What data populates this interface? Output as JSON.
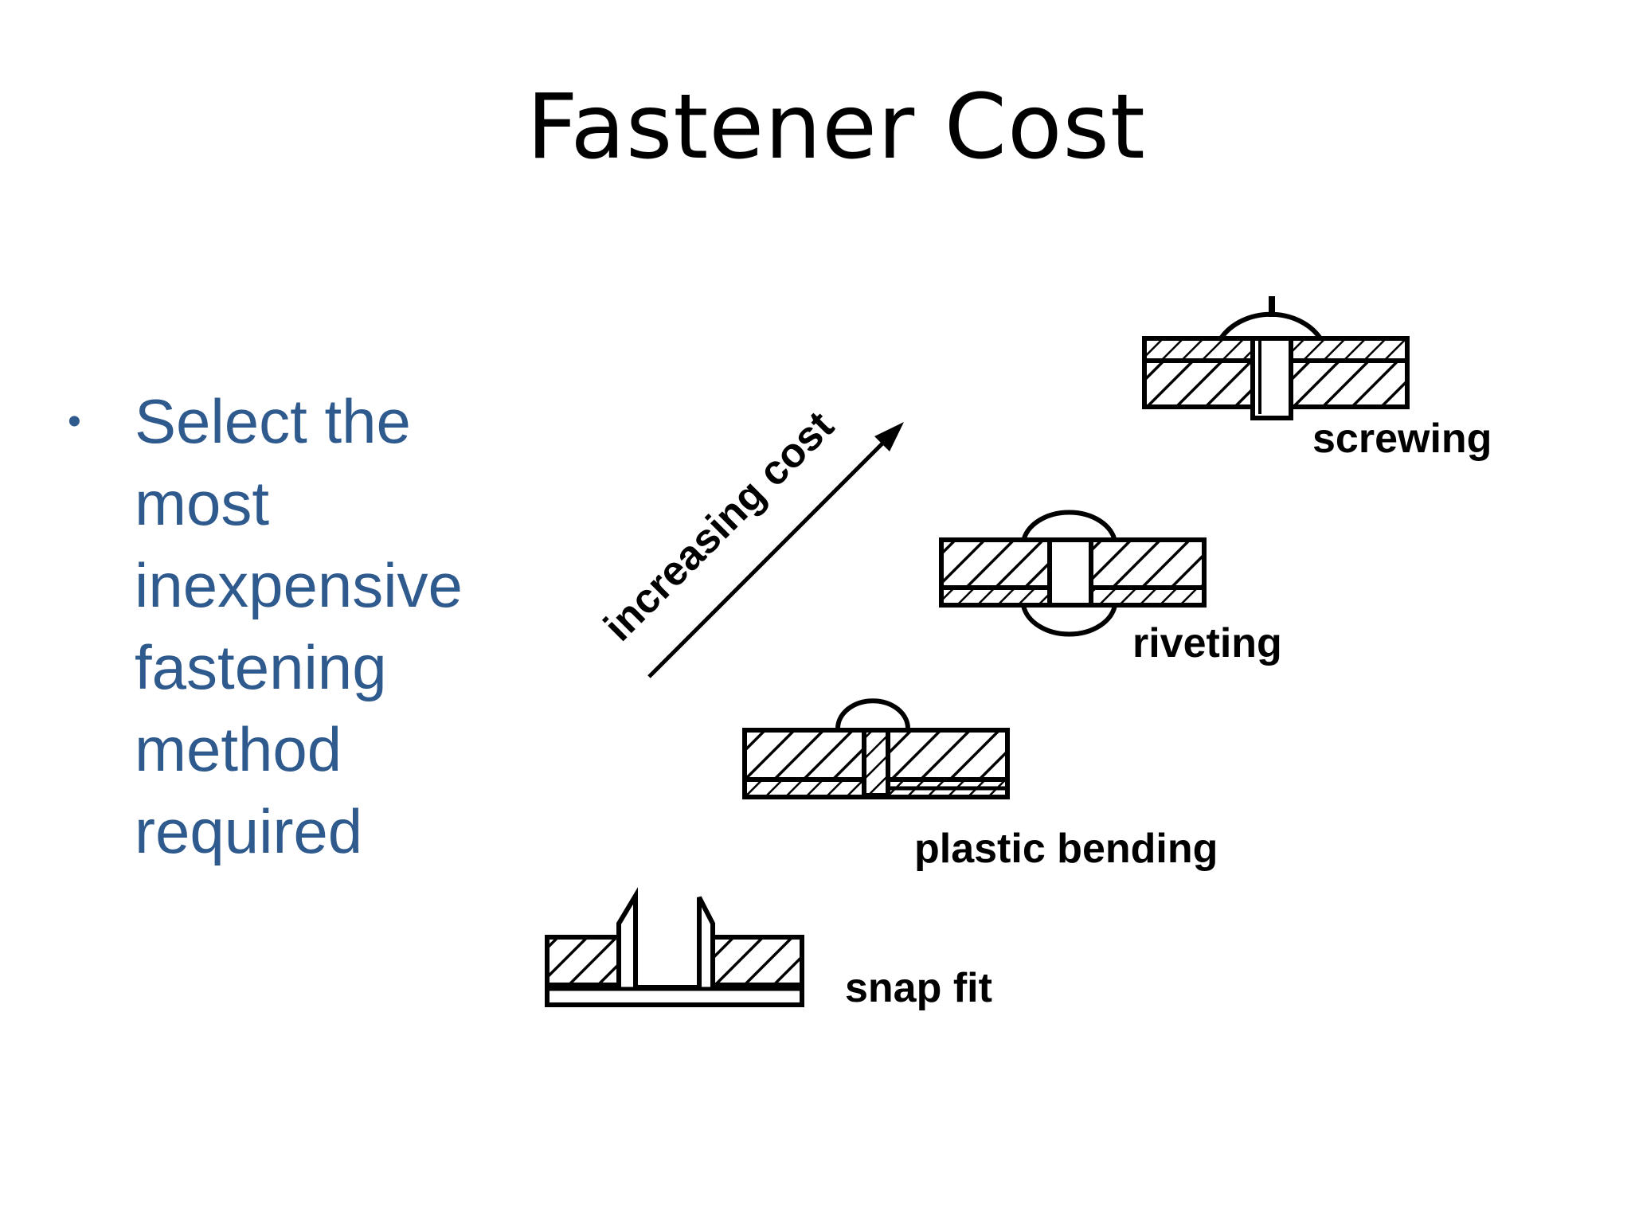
{
  "slide": {
    "title": "Fastener Cost",
    "bullet": {
      "marker": "•",
      "lines": [
        "Select the",
        "most",
        "inexpensive",
        "fastening",
        "method",
        "required"
      ]
    }
  },
  "diagram": {
    "arrow_label": "increasing cost",
    "methods": [
      {
        "label": "screwing"
      },
      {
        "label": "riveting"
      },
      {
        "label": "plastic bending"
      },
      {
        "label": "snap fit"
      }
    ]
  },
  "colors": {
    "title": "#000000",
    "bullet_text": "#2f5a8e",
    "drawing": "#000000"
  }
}
